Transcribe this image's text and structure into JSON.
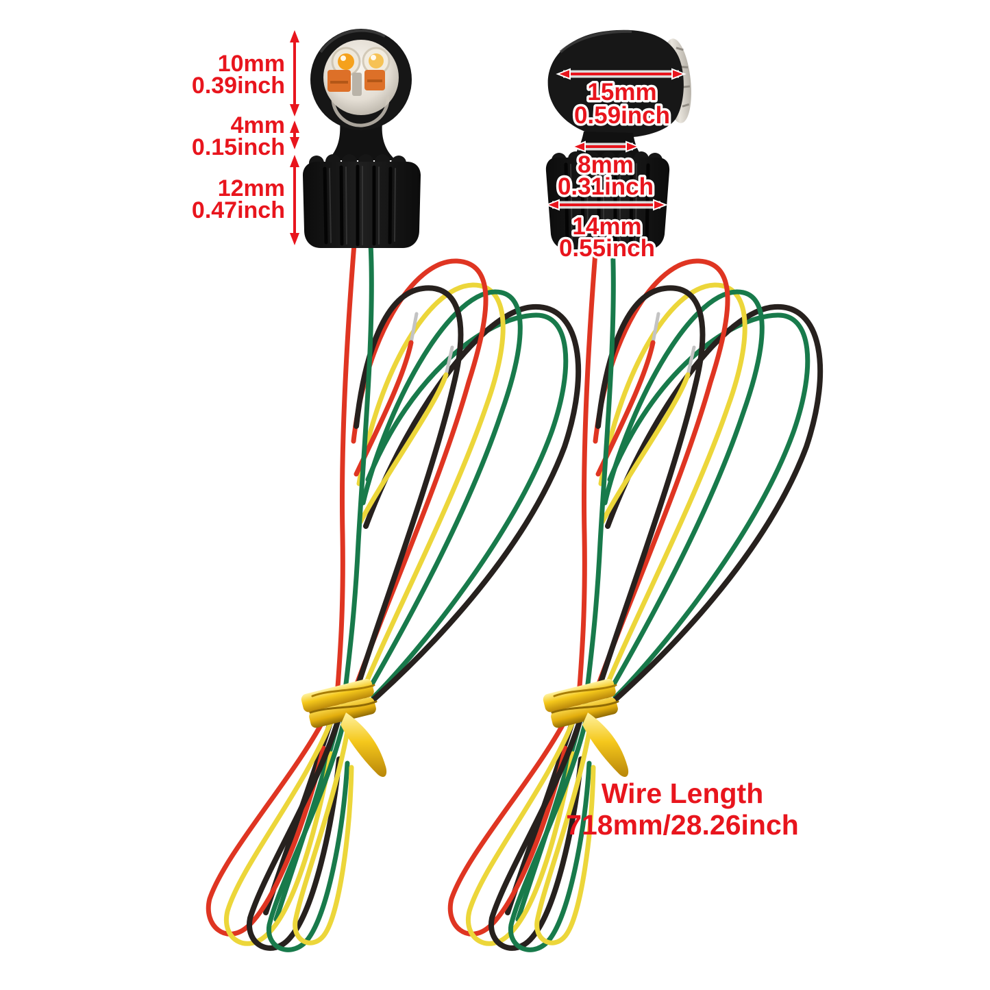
{
  "dimensions": {
    "left_light": [
      {
        "mm": "10mm",
        "inch": "0.39inch"
      },
      {
        "mm": "4mm",
        "inch": "0.15inch"
      },
      {
        "mm": "12mm",
        "inch": "0.47inch"
      }
    ],
    "right_light": [
      {
        "mm": "15mm",
        "inch": "0.59inch"
      },
      {
        "mm": "8mm",
        "inch": "0.31inch"
      },
      {
        "mm": "14mm",
        "inch": "0.55inch"
      }
    ]
  },
  "wire_note": {
    "title": "Wire Length",
    "value": "718mm/28.26inch"
  },
  "colors": {
    "annotation_red": "#e8151d",
    "wire_red": "#df3522",
    "wire_green": "#187a4b",
    "wire_yellow": "#ecd63a",
    "wire_black": "#27211e",
    "tie_gold": "#f3c513",
    "housing_black": "#171717",
    "led_amber": "#f5a11c",
    "background": "#ffffff"
  }
}
